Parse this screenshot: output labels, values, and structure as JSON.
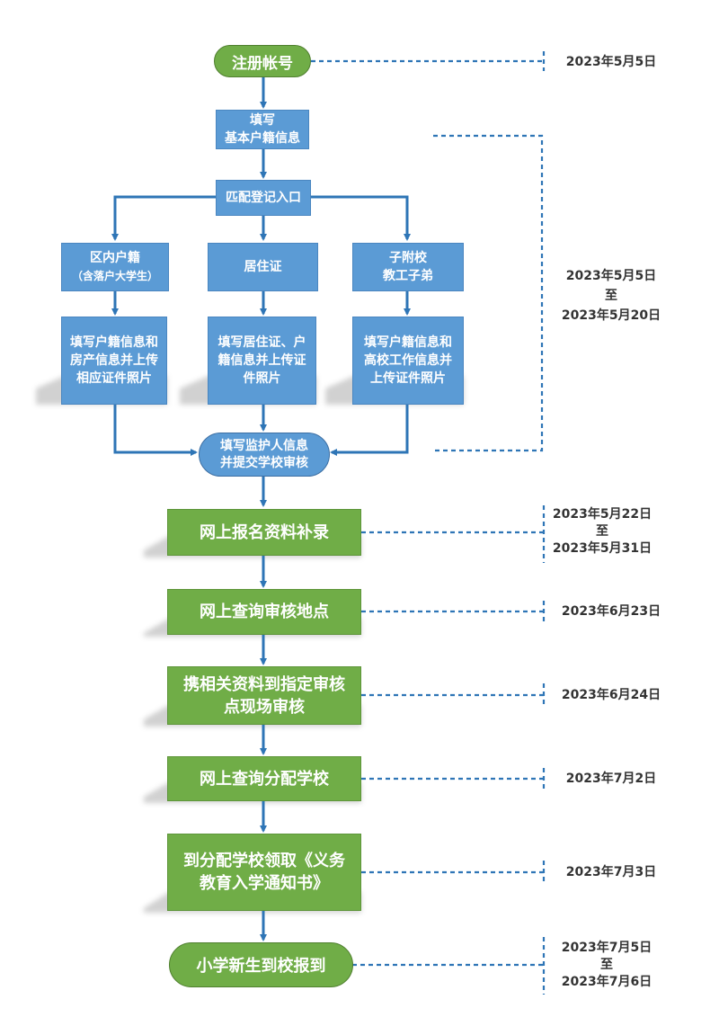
{
  "steps": {
    "register": "注册帐号",
    "fill_basic": [
      "填写",
      "基本户籍信息"
    ],
    "match_entry": "匹配登记入口",
    "branch_local": [
      "区内户籍",
      "（含落户大学生）"
    ],
    "branch_residence": "居住证",
    "branch_staff": [
      "子附校",
      "教工子弟"
    ],
    "fill_local": [
      "填写户籍信息和",
      "房产信息并上传",
      "相应证件照片"
    ],
    "fill_residence": [
      "填写居住证、户",
      "籍信息并上传证",
      "件照片"
    ],
    "fill_staff": [
      "填写户籍信息和",
      "高校工作信息并",
      "上传证件照片"
    ],
    "guardian": [
      "填写监护人信息",
      "并提交学校审核"
    ],
    "supplement": "网上报名资料补录",
    "query_site": "网上查询审核地点",
    "onsite": [
      "携相关资料到指定审核",
      "点现场审核"
    ],
    "query_school": "网上查询分配学校",
    "notice": [
      "到分配学校领取《义务",
      "教育入学通知书》"
    ],
    "report": "小学新生到校报到"
  },
  "dates": {
    "register": [
      "2023年5月5日"
    ],
    "info_period": [
      "2023年5月5日",
      "至",
      "2023年5月20日"
    ],
    "supplement": [
      "2023年5月22日",
      "至",
      "2023年5月31日"
    ],
    "query_site": [
      "2023年6月23日"
    ],
    "onsite": [
      "2023年6月24日"
    ],
    "query_school": [
      "2023年7月2日"
    ],
    "notice": [
      "2023年7月3日"
    ],
    "report": [
      "2023年7月5日",
      "至",
      "2023年7月6日"
    ]
  },
  "colors": {
    "blue": "#5b9bd5",
    "green": "#70ad47",
    "arrow": "#2e75b6",
    "dash": "#2e75b6"
  }
}
